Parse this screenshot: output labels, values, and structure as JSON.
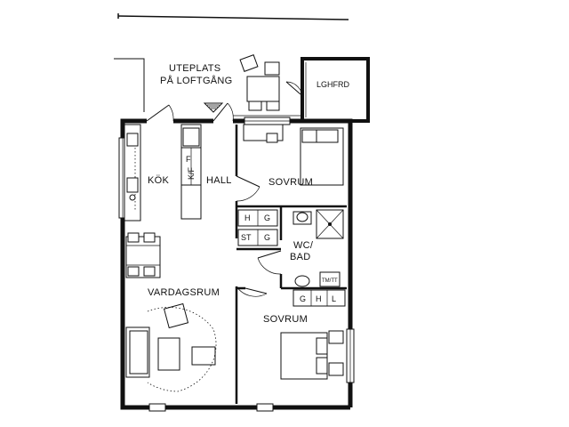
{
  "rooms": {
    "terrace": "UTEPLATS",
    "terrace_sub": "PÅ LOFTGÅNG",
    "storage": "LGHFRD",
    "kitchen": "KÖK",
    "hall": "HALL",
    "bedroom_top": "SOVRUM",
    "bathroom": "WC/",
    "bathroom_sub": "BAD",
    "living": "VARDAGSRUM",
    "bedroom_bottom": "SOVRUM"
  },
  "kitchen_appliances": {
    "fridge_freezer": "K/F",
    "freezer": "F"
  },
  "hall_closets": [
    "H",
    "G",
    "ST",
    "G"
  ],
  "bedroom_closets": [
    "G",
    "H",
    "L"
  ],
  "laundry": "TM/TT"
}
